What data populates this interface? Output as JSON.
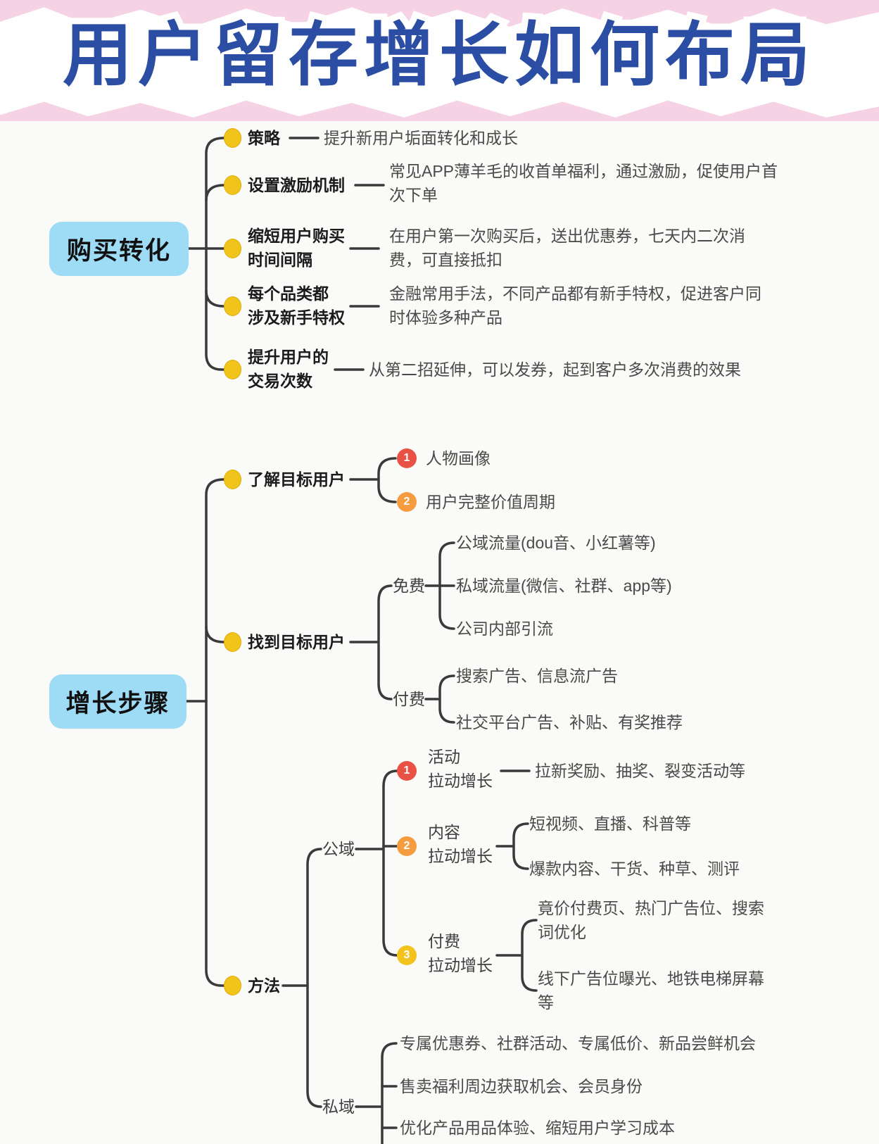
{
  "header": {
    "title": "用户留存增长如何布局"
  },
  "colors": {
    "header_bg": "#f6d2e5",
    "title_blue": "#2b4da3",
    "topic_box_blue": "#9edcf6",
    "line_gray": "#3a3a3a",
    "bullet_yellow": "#f0c41b",
    "badge_red": "#e85143",
    "badge_orange": "#f59c40",
    "badge_yellow": "#f2c31c"
  },
  "branch_purchase": {
    "label": "购买转化",
    "children": [
      {
        "label": "策略",
        "desc": "提升新用户垢面转化和成长"
      },
      {
        "label": "设置激励机制",
        "desc_l1": "常见APP薄羊毛的收首单福利，通过激励，促使用户首",
        "desc_l2": "次下单"
      },
      {
        "label_l1": "缩短用户购买",
        "label_l2": "时间间隔",
        "desc_l1": "在用户第一次购买后，送出优惠券，七天内二次消",
        "desc_l2": "费，可直接抵扣"
      },
      {
        "label_l1": "每个品类都",
        "label_l2": "涉及新手特权",
        "desc_l1": "金融常用手法，不同产品都有新手特权，促进客户同",
        "desc_l2": "时体验多种产品"
      },
      {
        "label_l1": "提升用户的",
        "label_l2": "交易次数",
        "desc": "从第二招延伸，可以发券，起到客户多次消费的效果"
      }
    ]
  },
  "branch_growth": {
    "label": "增长步骤",
    "know_user": {
      "label": "了解目标用户",
      "items": [
        {
          "num": "1",
          "text": "人物画像"
        },
        {
          "num": "2",
          "text": "用户完整价值周期"
        }
      ]
    },
    "find_user": {
      "label": "找到目标用户",
      "free": {
        "label": "免费",
        "items": [
          "公域流量(dou音、小红薯等)",
          "私域流量(微信、社群、app等)",
          "公司内部引流"
        ]
      },
      "paid": {
        "label": "付费",
        "items": [
          "搜索广告、信息流广告",
          "社交平台广告、补贴、有奖推荐"
        ]
      }
    },
    "method": {
      "label": "方法",
      "public": {
        "label": "公域",
        "activity": {
          "num": "1",
          "label_l1": "活动",
          "label_l2": "拉动增长",
          "desc": "拉新奖励、抽奖、裂变活动等"
        },
        "content": {
          "num": "2",
          "label_l1": "内容",
          "label_l2": "拉动增长",
          "items": [
            "短视频、直播、科普等",
            "爆款内容、干货、种草、测评"
          ]
        },
        "paid_growth": {
          "num": "3",
          "label_l1": "付费",
          "label_l2": "拉动增长",
          "lines": [
            "竟价付费页、热门广告位、搜索",
            "词优化",
            "线下广告位曝光、地铁电梯屏幕",
            "等"
          ]
        }
      },
      "private": {
        "label": "私域",
        "items": [
          "专属优惠券、社群活动、专属低价、新品尝鲜机会",
          "售卖福利周边获取机会、会员身份",
          "优化产品用品体验、缩短用户学习成本"
        ]
      }
    }
  }
}
